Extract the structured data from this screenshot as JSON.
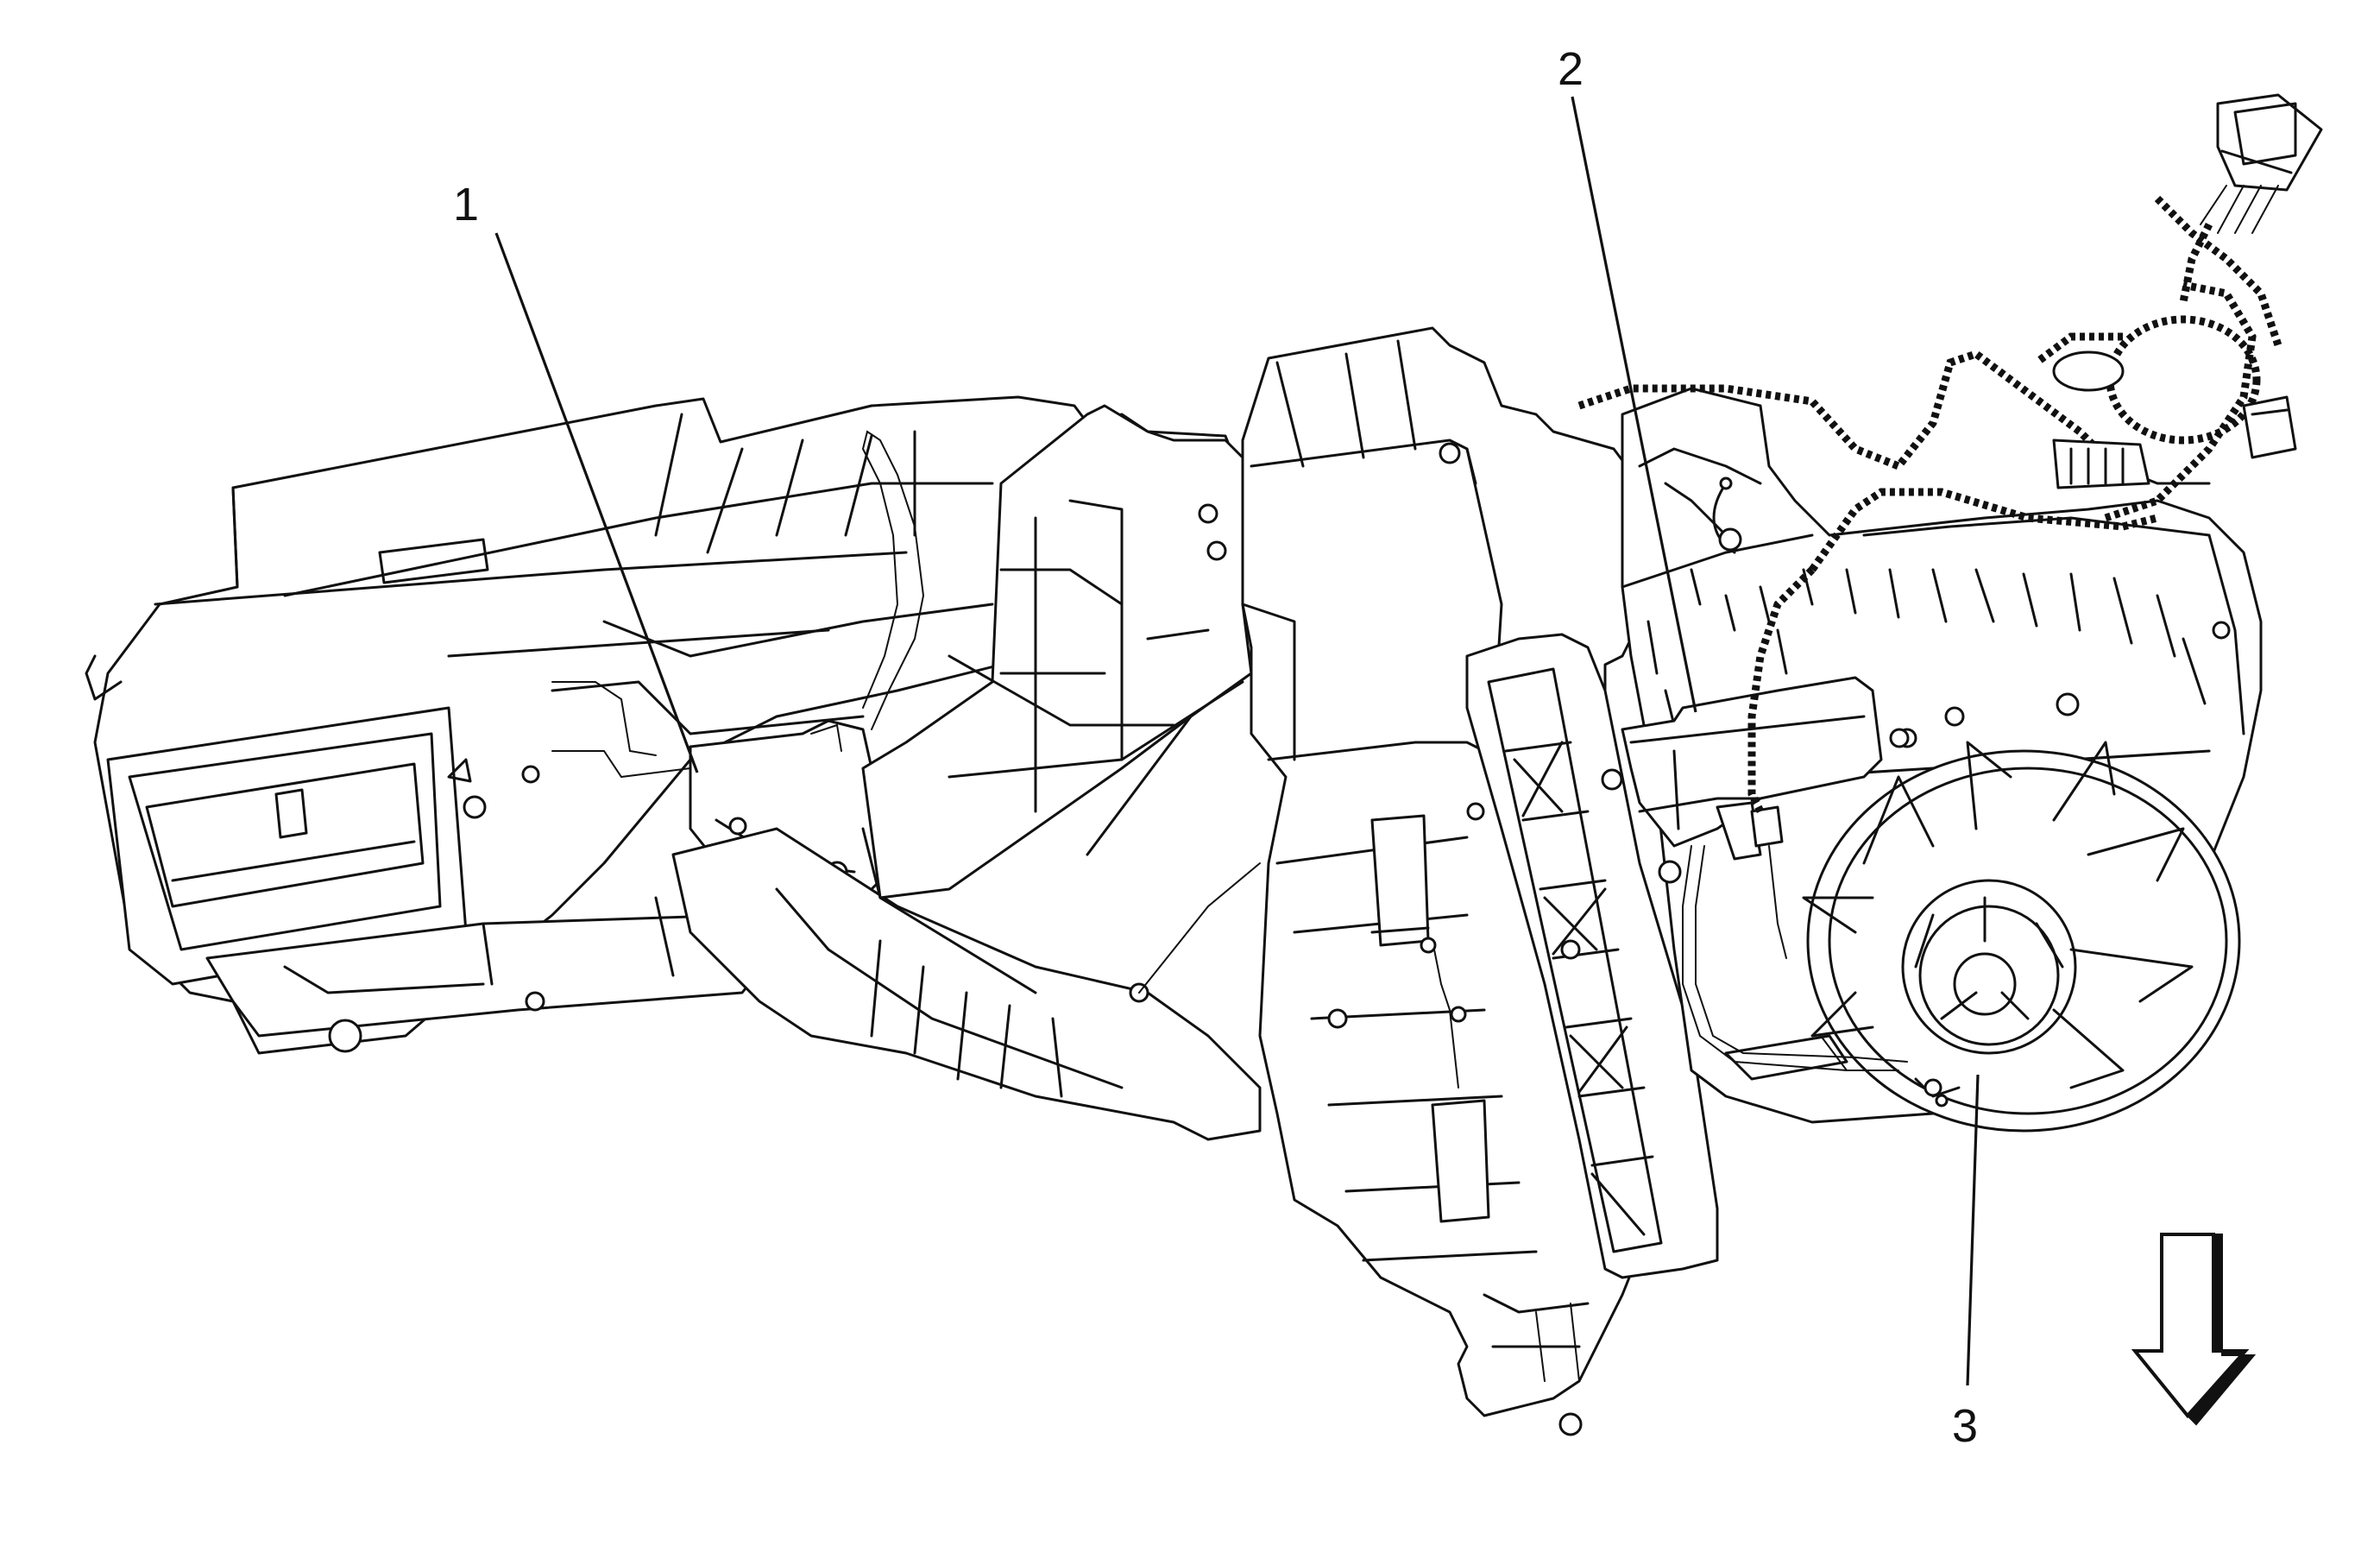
{
  "callouts": [
    {
      "id": "1",
      "label": "1"
    },
    {
      "id": "2",
      "label": "2"
    },
    {
      "id": "3",
      "label": "3"
    }
  ],
  "icons": [
    "direction-arrow-down-icon"
  ]
}
